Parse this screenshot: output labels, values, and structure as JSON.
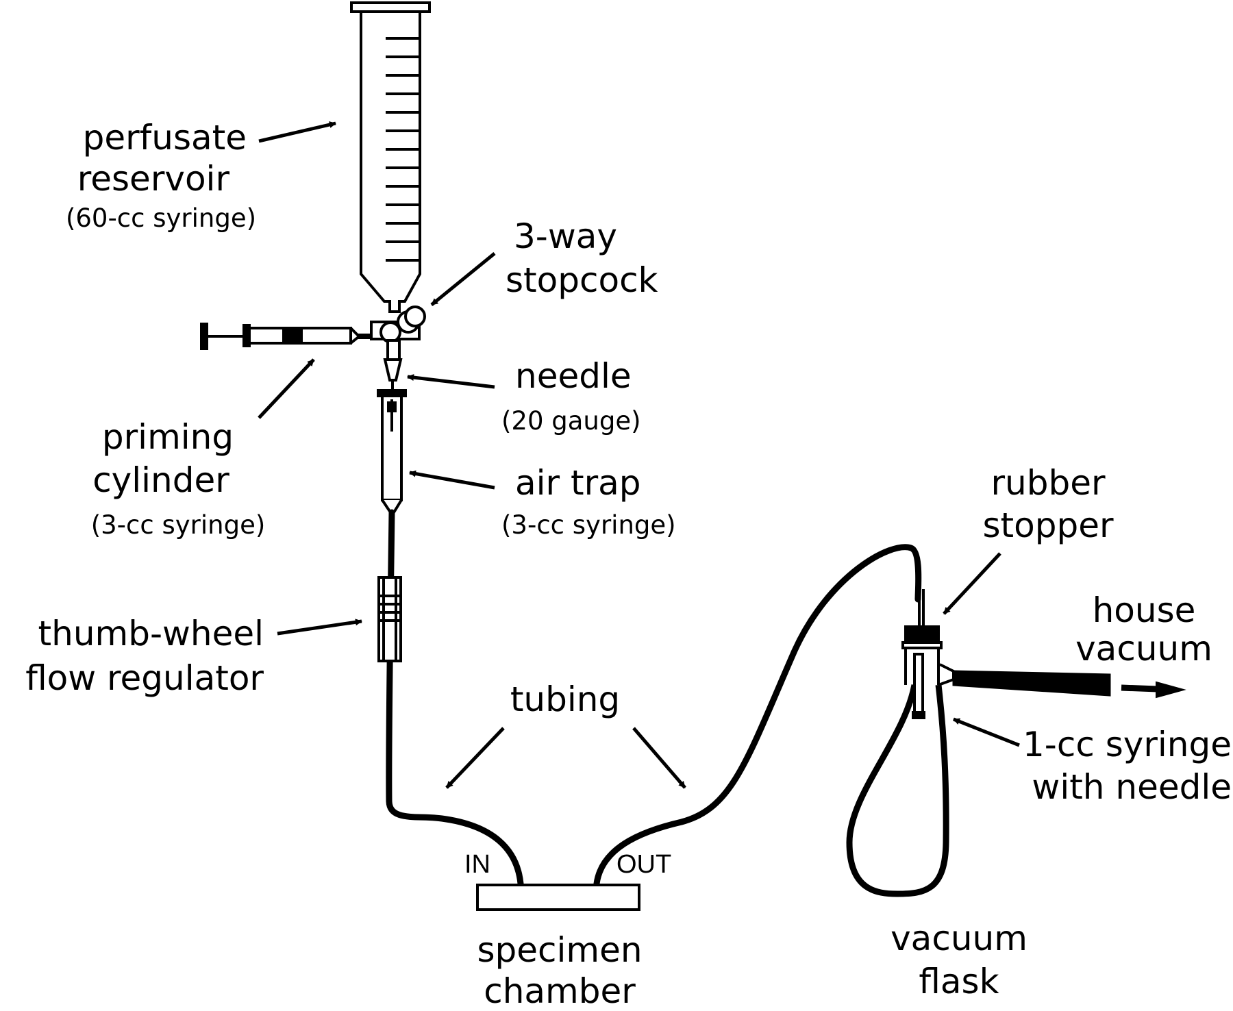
{
  "labels": {
    "perfusate_reservoir": {
      "line1": "perfusate",
      "line2": "reservoir",
      "sub": "(60-cc syringe)"
    },
    "stopcock": {
      "line1": "3-way",
      "line2": "stopcock"
    },
    "needle": {
      "line1": "needle",
      "sub": "(20 gauge)"
    },
    "priming_cylinder": {
      "line1": "priming",
      "line2": "cylinder",
      "sub": "(3-cc syringe)"
    },
    "air_trap": {
      "line1": "air trap",
      "sub": "(3-cc syringe)"
    },
    "flow_regulator": {
      "line1": "thumb-wheel",
      "line2": "flow regulator"
    },
    "tubing": {
      "line1": "tubing"
    },
    "inlet": "IN",
    "outlet": "OUT",
    "specimen_chamber": {
      "line1": "specimen",
      "line2": "chamber"
    },
    "rubber_stopper": {
      "line1": "rubber",
      "line2": "stopper"
    },
    "house_vacuum": {
      "line1": "house",
      "line2": "vacuum"
    },
    "one_cc_syringe": {
      "line1": "1-cc syringe",
      "line2": "with needle"
    },
    "vacuum_flask": {
      "line1": "vacuum",
      "line2": "flask"
    }
  },
  "colors": {
    "ink": "#000000",
    "background": "#ffffff"
  }
}
